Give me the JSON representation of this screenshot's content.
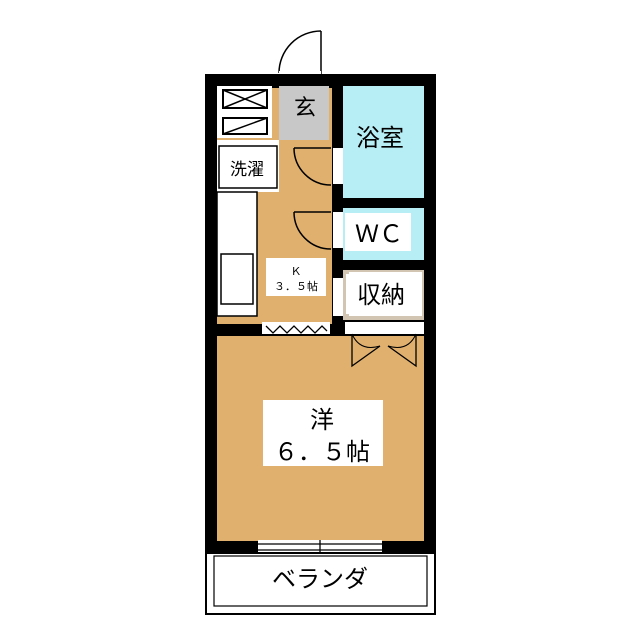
{
  "rooms": {
    "entrance": "玄",
    "bath": "浴室",
    "laundry": "洗濯",
    "wc": "ＷＣ",
    "kitchen_name": "Ｋ",
    "kitchen_size": "３．５帖",
    "storage": "収納",
    "western_name": "洋",
    "western_size": "６．５帖",
    "balcony": "ベランダ"
  },
  "colors": {
    "wall": "#000000",
    "floor": "#e0b06e",
    "bath": "#b7eef6",
    "entrance": "#c8c8c8",
    "storage_floor": "#d2c6b2"
  }
}
